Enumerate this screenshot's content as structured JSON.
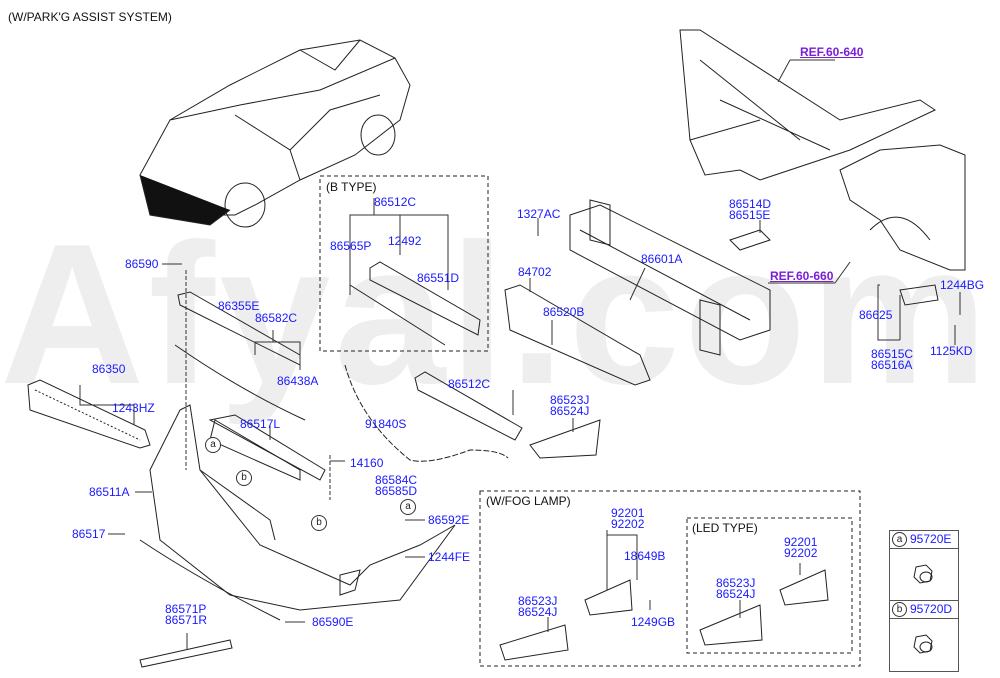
{
  "diagram": {
    "title": "(W/PARK'G ASSIST SYSTEM)",
    "watermark": "Afyal.com",
    "label_color": "#1a1aff",
    "ref_color": "#7a1fd6",
    "sections": {
      "b_type": "(B TYPE)",
      "fog_lamp": "(W/FOG LAMP)",
      "led_type": "(LED TYPE)"
    },
    "references": [
      "REF.60-640",
      "REF.60-660"
    ],
    "parts": {
      "p86590": "86590",
      "p86355E": "86355E",
      "p86582C": "86582C",
      "p86438A": "86438A",
      "p86350": "86350",
      "p1243HZ": "1243HZ",
      "p86517L": "86517L",
      "p14160": "14160",
      "p86584C": "86584C",
      "p86585D": "86585D",
      "p86511A": "86511A",
      "p86517": "86517",
      "p86592E": "86592E",
      "p1244FE": "1244FE",
      "p86571P": "86571P",
      "p86571R": "86571R",
      "p86590E": "86590E",
      "p91840S": "91840S",
      "b_86512C": "86512C",
      "b_86565P": "86565P",
      "b_12492": "12492",
      "b_86551D": "86551D",
      "p86512C": "86512C",
      "p86523J": "86523J",
      "p86524J": "86524J",
      "p1327AC": "1327AC",
      "p84702": "84702",
      "p86520B": "86520B",
      "p86601A": "86601A",
      "p86514D": "86514D",
      "p86515E": "86515E",
      "p1244BG": "1244BG",
      "p86625": "86625",
      "p86515C": "86515C",
      "p86516A": "86516A",
      "p1125KD": "1125KD",
      "fog_92201": "92201",
      "fog_92202": "92202",
      "fog_18649B": "18649B",
      "fog_86523J": "86523J",
      "fog_86524J": "86524J",
      "fog_1249GB": "1249GB",
      "led_92201": "92201",
      "led_92202": "92202",
      "led_86523J": "86523J",
      "led_86524J": "86524J"
    },
    "callouts": {
      "a": "a",
      "b": "b"
    },
    "legend": [
      {
        "marker": "a",
        "part": "95720E"
      },
      {
        "marker": "b",
        "part": "95720D"
      }
    ]
  }
}
